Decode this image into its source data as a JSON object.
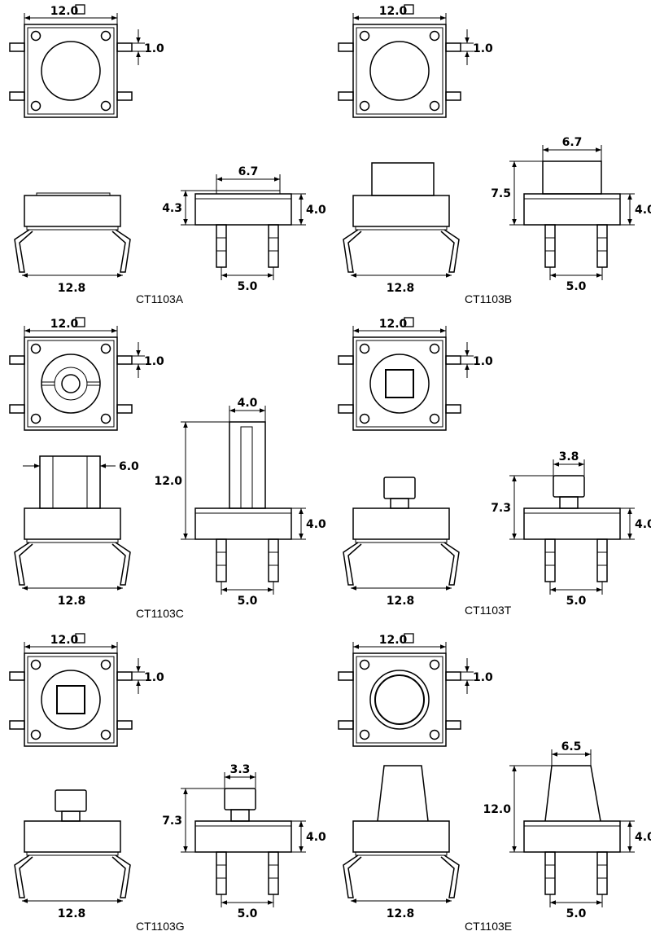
{
  "dimensions": {
    "body_width": "12.0",
    "pin_width": "1.0",
    "lead_span": "12.8",
    "pin_pitch": "5.0",
    "body_height": "4.0"
  },
  "variants": [
    {
      "model": "CT1103A",
      "top_marker": "round",
      "cap_label": "6.7",
      "total_height": "4.3"
    },
    {
      "model": "CT1103B",
      "top_marker": "round",
      "cap_label": "6.7",
      "total_height": "7.5"
    },
    {
      "model": "CT1103C",
      "top_marker": "slotted",
      "cap_label": "4.0",
      "side_cap_label": "6.0",
      "total_height": "12.0"
    },
    {
      "model": "CT1103T",
      "top_marker": "square",
      "cap_label": "3.8",
      "total_height": "7.3"
    },
    {
      "model": "CT1103G",
      "top_marker": "square",
      "cap_label": "3.3",
      "total_height": "7.3"
    },
    {
      "model": "CT1103E",
      "top_marker": "ring",
      "cap_label": "6.5",
      "total_height": "12.0"
    }
  ]
}
